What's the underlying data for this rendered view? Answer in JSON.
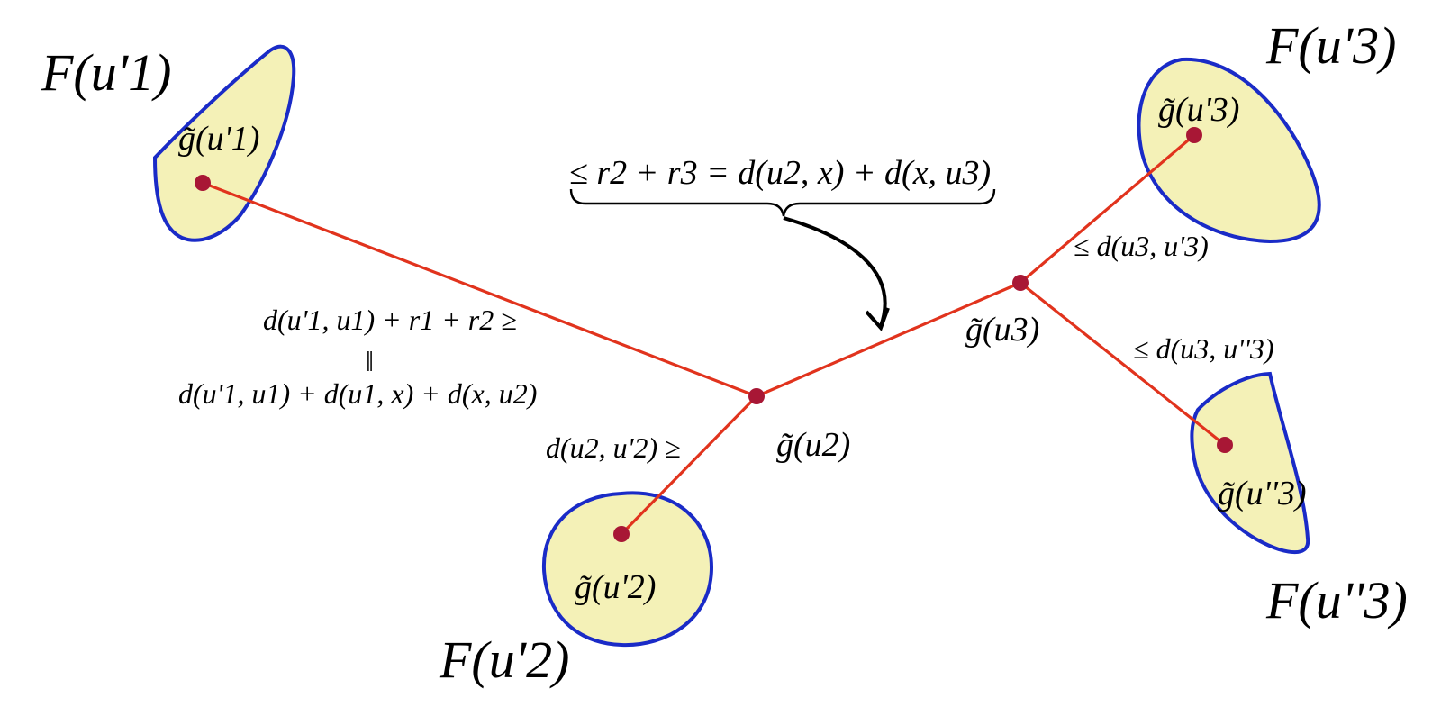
{
  "colors": {
    "region_fill": "#f4f1b7",
    "region_stroke": "#1a2bc7",
    "arrow": "#e1331d",
    "point": "#a81735",
    "curved_arrow": "#000000"
  },
  "regions": {
    "u1": {
      "F_label": "F(u'1)",
      "g_label": "g̃(u'1)"
    },
    "u2": {
      "F_label": "F(u'2)",
      "g_label": "g̃(u'2)"
    },
    "u3p": {
      "F_label": "F(u'3)",
      "g_label": "g̃(u'3)"
    },
    "u3pp": {
      "F_label": "F(u''3)",
      "g_label": "g̃(u''3)"
    }
  },
  "points": {
    "g_u2": "g̃(u2)",
    "g_u3": "g̃(u3)"
  },
  "annotations": {
    "top_bound": "≤ r2 + r3 = d(u2, x) + d(x, u3)",
    "left_line1": "d(u'1, u1) + r1 + r2 ≥",
    "left_equal": "‖",
    "left_line2": "d(u'1, u1) + d(u1, x) + d(x, u2)",
    "bottom_bound": "d(u2, u'2) ≥",
    "right_upper_bound": "≤ d(u3, u'3)",
    "right_lower_bound": "≤ d(u3, u''3)"
  }
}
